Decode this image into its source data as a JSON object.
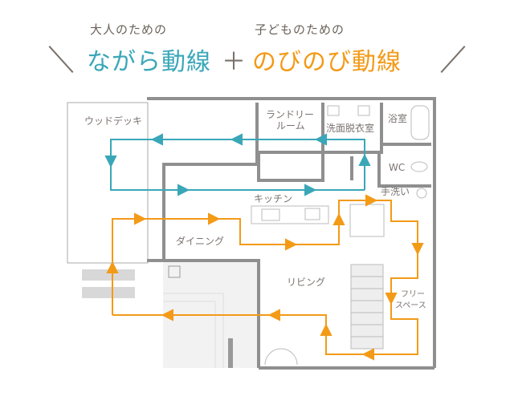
{
  "title": {
    "adult_sub": "大人のための",
    "adult_main": "ながら動線",
    "plus": "＋",
    "child_sub": "子どものための",
    "child_main": "のびのび動線"
  },
  "colors": {
    "adult": "#3aa7b8",
    "child": "#f39a17",
    "wall": "#8f8f8f",
    "text": "#6b625a"
  },
  "rooms": {
    "wood_deck": "ウッドデッキ",
    "laundry_1": "ランドリー",
    "laundry_2": "ルーム",
    "washroom": "洗面脱衣室",
    "bath": "浴室",
    "wc": "WC",
    "handwash": "手洗い",
    "kitchen": "キッチン",
    "dining": "ダイニング",
    "living": "リビング",
    "free_1": "フリー",
    "free_2": "スペース"
  }
}
